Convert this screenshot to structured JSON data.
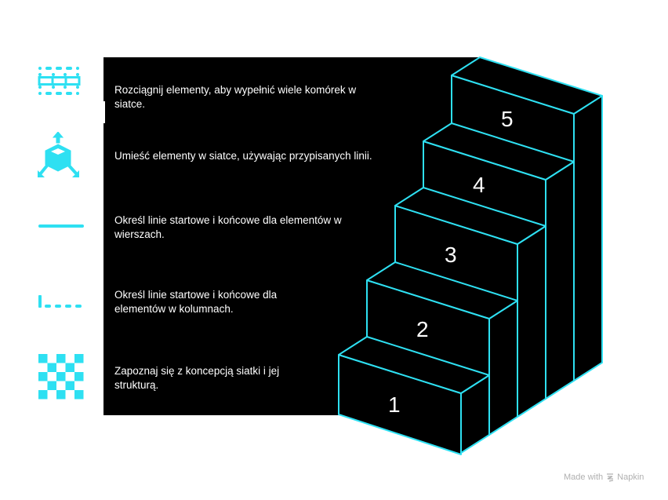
{
  "accent_color": "#2ee0f2",
  "steps": [
    {
      "number": "1",
      "text": "Zapoznaj się z koncepcją siatki i jej strukturą.",
      "icon": "checkerboard-grid-icon"
    },
    {
      "number": "2",
      "text": "Określ linie startowe i końcowe dla elementów w kolumnach.",
      "icon": "column-lines-icon"
    },
    {
      "number": "3",
      "text": "Określ linie startowe i końcowe dla elementów w wierszach.",
      "icon": "row-line-icon"
    },
    {
      "number": "4",
      "text": "Umieść elementy w siatce, używając przypisanych linii.",
      "icon": "placed-box-icon"
    },
    {
      "number": "5",
      "text": "Rozciągnij elementy, aby wypełnić wiele komórek w siatce.",
      "icon": "span-cells-icon"
    }
  ],
  "footer": {
    "made_with": "Made with",
    "brand": "Napkin"
  }
}
